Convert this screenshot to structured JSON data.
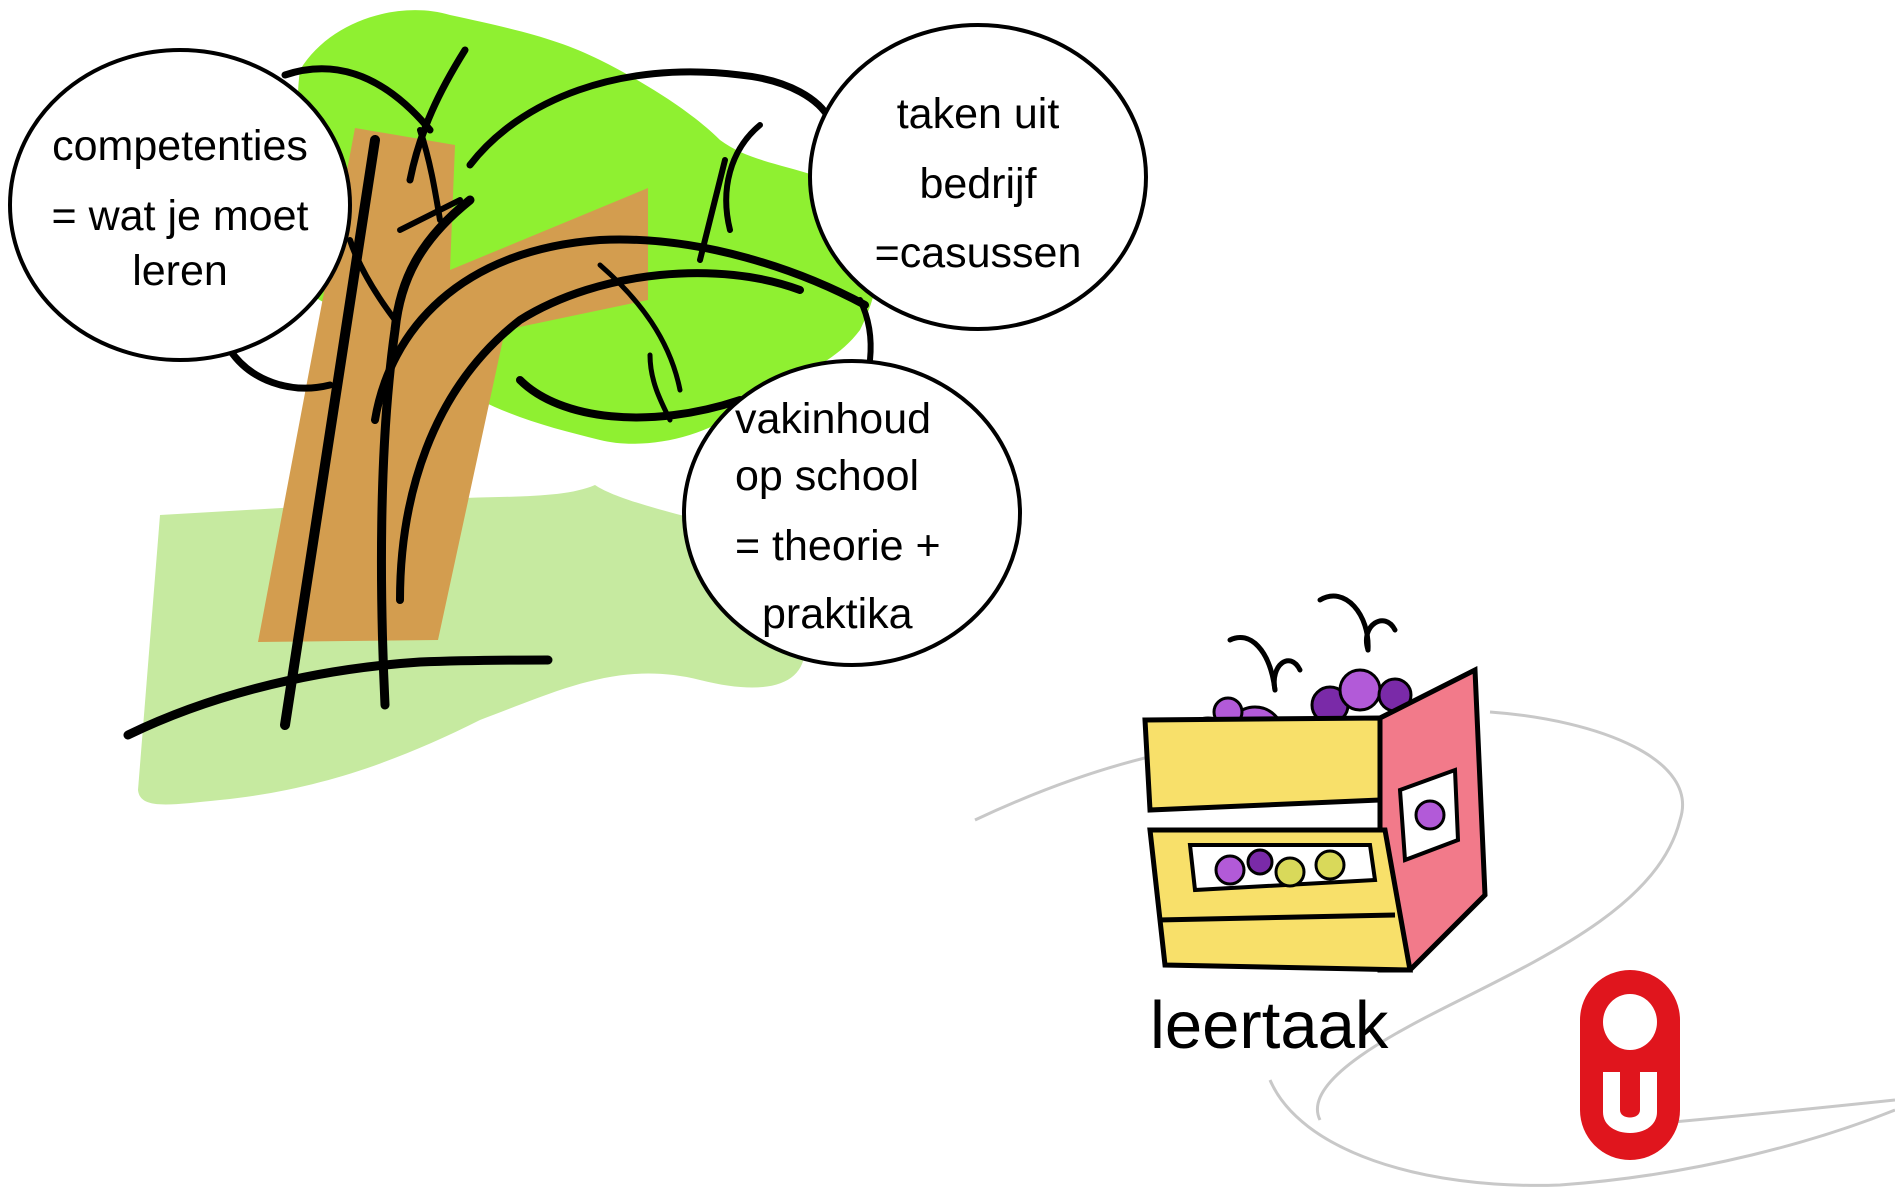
{
  "bubbles": {
    "competencies": {
      "lines": [
        "competenties",
        "= wat je moet",
        "leren"
      ]
    },
    "tasks": {
      "lines": [
        "taken uit",
        "bedrijf",
        "=casussen"
      ]
    },
    "content": {
      "lines": [
        "vakinhoud",
        "op school",
        "= theorie +",
        "praktika"
      ]
    }
  },
  "crate_label": "leertaak",
  "colors": {
    "tree_green": "#8ff031",
    "grass_green": "#c6eaa0",
    "trunk_brown": "#d39d4f",
    "crate_yellow": "#f8e06a",
    "crate_pink": "#f27a8a",
    "grape_purple": "#b25ad8",
    "logo_red": "#e0151d",
    "line_gray": "#c8c8c8"
  },
  "icons": [
    "tree-illustration",
    "fruit-crate-illustration",
    "ou-logo"
  ]
}
